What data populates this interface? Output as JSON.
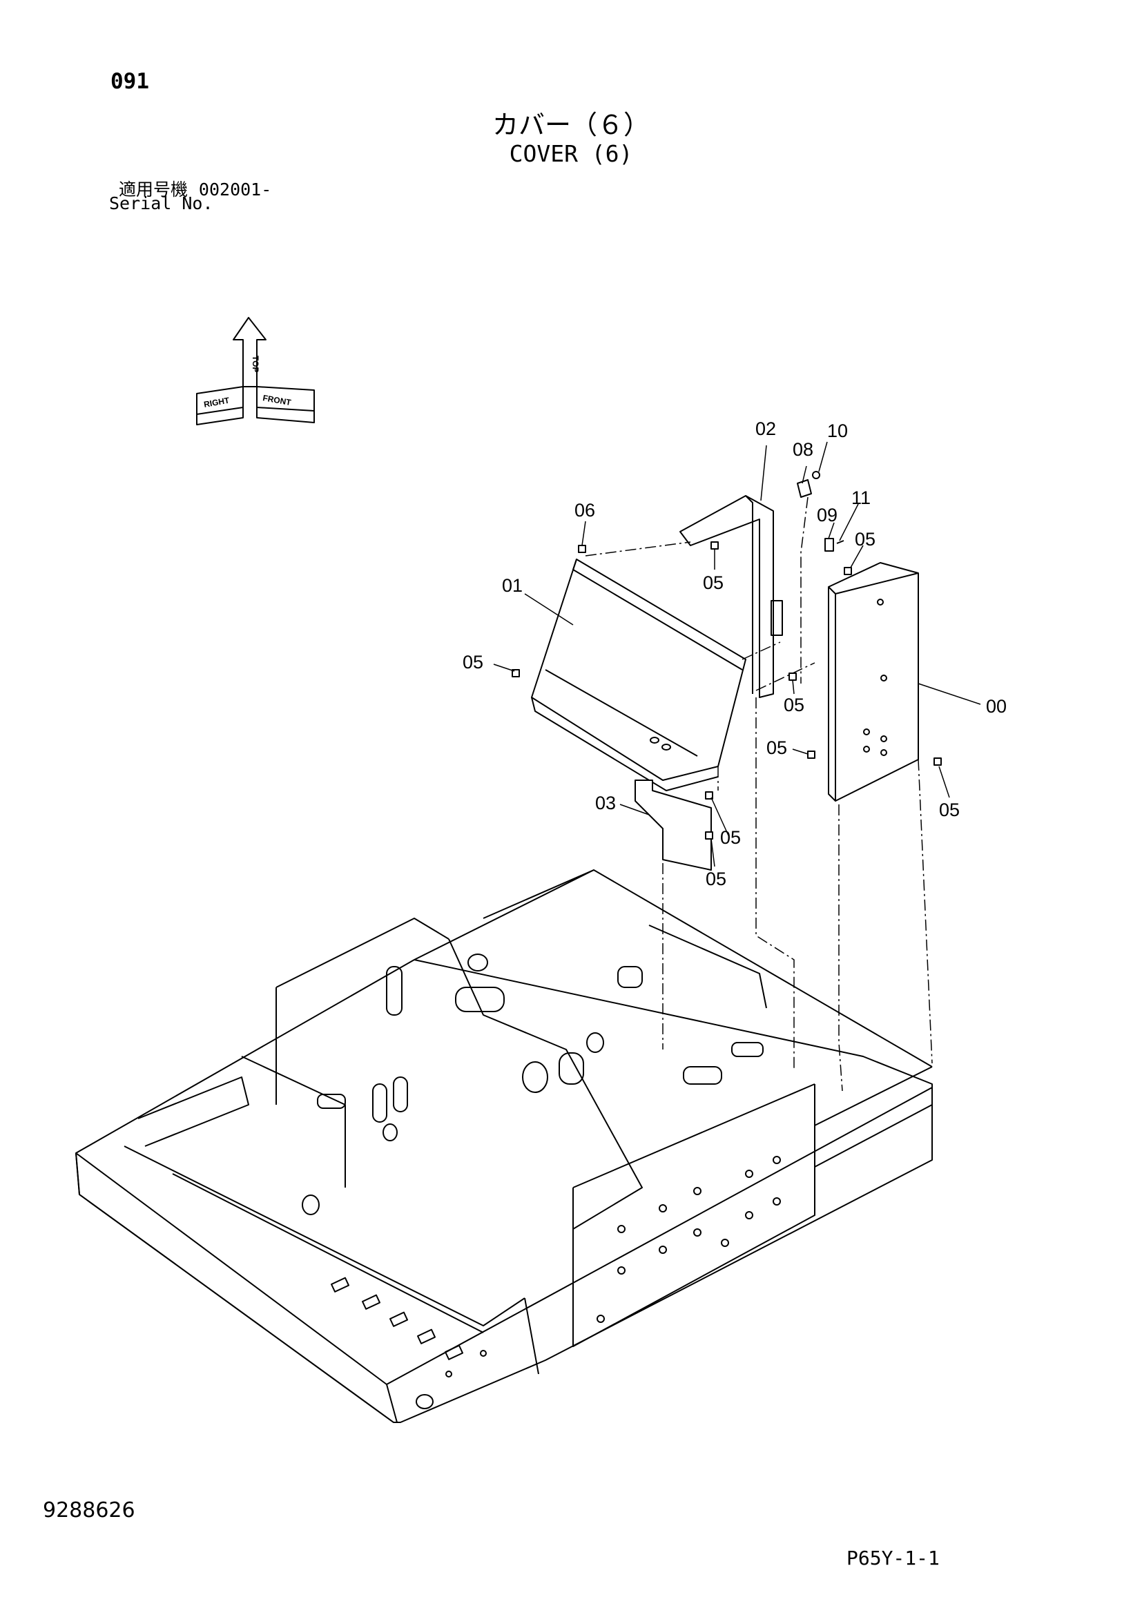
{
  "header": {
    "page_number": "091",
    "title_jp": "カバー（６）",
    "title_en": "COVER (6)",
    "serial_label_jp": "適用号機",
    "serial_value": "002001-",
    "serial_label_en": "Serial No."
  },
  "orientation": {
    "top": "TOP",
    "front": "FRONT",
    "right": "RIGHT"
  },
  "callouts": {
    "c00": "00",
    "c01": "01",
    "c02": "02",
    "c03": "03",
    "c05a": "05",
    "c05b": "05",
    "c05c": "05",
    "c05d": "05",
    "c05e": "05",
    "c05f": "05",
    "c05g": "05",
    "c05h": "05",
    "c06": "06",
    "c08": "08",
    "c09": "09",
    "c10": "10",
    "c11": "11"
  },
  "footer": {
    "doc_number": "9288626",
    "page_code": "P65Y-1-1"
  }
}
